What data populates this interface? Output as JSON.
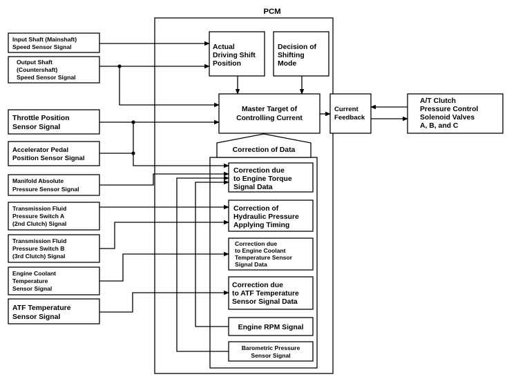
{
  "title": "PCM",
  "inputs": {
    "input_shaft": [
      "Input Shaft (Mainshaft)",
      "Speed Sensor Signal"
    ],
    "output_shaft": [
      "Output Shaft",
      "(Countershaft)",
      "Speed Sensor Signal"
    ],
    "throttle": [
      "Throttle Position",
      "Sensor Signal"
    ],
    "accelerator": [
      "Accelerator Pedal",
      "Position Sensor Signal"
    ],
    "map": [
      "Manifold Absolute",
      "Pressure Sensor Signal"
    ],
    "tfp_a": [
      "Transmission Fluid",
      "Pressure Switch A",
      "(2nd Clutch) Signal"
    ],
    "tfp_b": [
      "Transmission Fluid",
      "Pressure Switch B",
      "(3rd Clutch) Signal"
    ],
    "ect": [
      "Engine Coolant",
      "Temperature",
      "Sensor Signal"
    ],
    "atf": [
      "ATF Temperature",
      "Sensor Signal"
    ]
  },
  "pcm": {
    "actual_shift": [
      "Actual",
      "Driving Shift",
      "Position"
    ],
    "decision": [
      "Decision of",
      "Shifting",
      "Mode"
    ],
    "master_target": [
      "Master Target of",
      "Controlling Current"
    ],
    "current_feedback": [
      "Current",
      "Feedback"
    ],
    "correction_of_data": "Correction of Data",
    "corr_torque": [
      "Correction due",
      "to Engine Torque",
      "Signal Data"
    ],
    "corr_hydraulic": [
      "Correction of",
      "Hydraulic Pressure",
      "Applying Timing"
    ],
    "corr_coolant": [
      "Correction due",
      "to Engine Coolant",
      "Temperature Sensor",
      "Signal Data"
    ],
    "corr_atf": [
      "Correction due",
      "to ATF Temperature",
      "Sensor Signal Data"
    ],
    "engine_rpm": "Engine RPM Signal",
    "barometric": [
      "Barometric Pressure",
      "Sensor Signal"
    ]
  },
  "output": [
    "A/T Clutch",
    "Pressure Control",
    "Solenoid Valves",
    "A, B, and C"
  ]
}
